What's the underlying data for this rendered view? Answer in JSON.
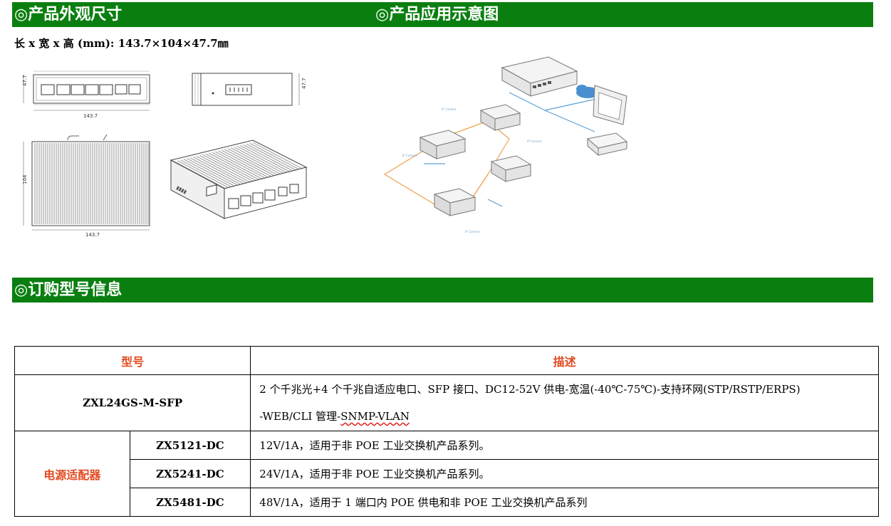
{
  "sections": {
    "dimensions_title": "◎产品外观尺寸",
    "application_title": "◎产品应用示意图",
    "ordering_title": "◎订购型号信息"
  },
  "dimensions": {
    "text": "长 x 宽 x 高 (mm): 143.7×104×47.7㎜",
    "front_height": "47.7",
    "front_width": "143.7",
    "side_height": "47.7",
    "top_depth": "104",
    "top_width": "143.7"
  },
  "table": {
    "headers": {
      "model": "型号",
      "description": "描述"
    },
    "main": {
      "model": "ZXL24GS-M-SFP",
      "desc_line1": "2 个千兆光+4 个千兆自适应电口、SFP 接口、DC12-52V 供电-宽温(-40℃-75℃)-支持环网(STP/RSTP/ERPS)",
      "desc_line2_prefix": "-WEB/CLI 管理-",
      "desc_line2_underlined": "SNMP-VLAN"
    },
    "power_label": "电源适配器",
    "adapters": [
      {
        "model": "ZX5121-DC",
        "desc": "12V/1A，适用于非 POE 工业交换机产品系列。"
      },
      {
        "model": "ZX5241-DC",
        "desc": "24V/1A，适用于非 POE 工业交换机产品系列。"
      },
      {
        "model": "ZX5481-DC",
        "desc": "48V/1A，适用于 1 端口内 POE 供电和非 POE 工业交换机产品系列"
      }
    ]
  },
  "colors": {
    "section_bar": "#0a7f10",
    "header_text": "#e34a21",
    "diagram_orange": "#f0a050",
    "diagram_blue": "#5aa0d8"
  }
}
